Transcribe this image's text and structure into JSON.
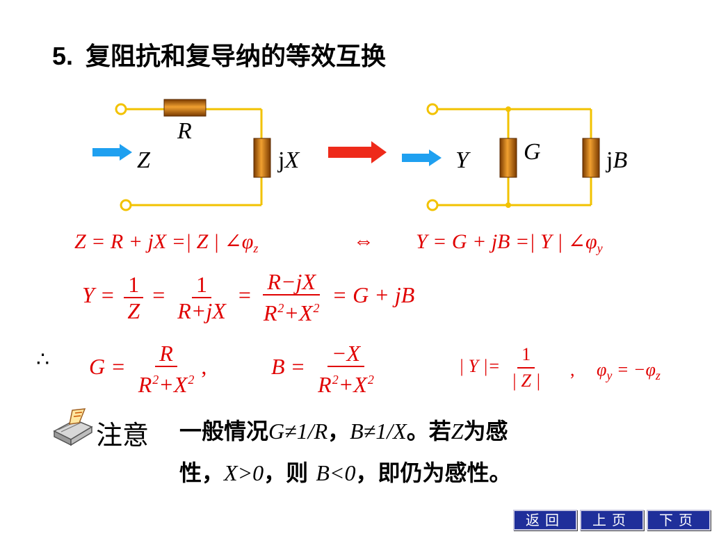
{
  "title": {
    "number": "5.",
    "text": "复阻抗和复导纳的等效互换"
  },
  "circuit_left": {
    "R": "R",
    "Z": "Z",
    "jX_j": "j",
    "jX_var": "X"
  },
  "circuit_right": {
    "Y": "Y",
    "G": "G",
    "jB_j": "j",
    "jB_var": "B"
  },
  "colors": {
    "wire": "#f2c200",
    "arrow_blue": "#1fa0f0",
    "arrow_red": "#ee2a1a",
    "formula": "#e00000",
    "nav_bg": "#1f2f9a"
  },
  "eq1": {
    "left": "Z = R + jX =| Z | ∠φ",
    "left_sub": "z",
    "arrow": "⇔",
    "right": "Y = G + jB =| Y | ∠φ",
    "right_sub": "y"
  },
  "eq2": {
    "lhs": "Y =",
    "f1_n": "1",
    "f1_d": "Z",
    "f2_n": "1",
    "f2_d": "R+jX",
    "f3_n": "R−jX",
    "f3_d_a": "R",
    "f3_d_b": "+X",
    "rhs": "= G + jB"
  },
  "eq3": {
    "therefore": "∴",
    "G_lhs": "G =",
    "G_n": "R",
    "G_d_a": "R",
    "G_d_b": "+X",
    "comma1": ",",
    "B_lhs": "B =",
    "B_n": "−X",
    "B_d_a": "R",
    "B_d_b": "+X",
    "Y_lhs": "| Y |=",
    "Y_n": "1",
    "Y_d": "| Z |",
    "comma2": ",",
    "phi_eq": "φ",
    "phi_sub_y": "y",
    "phi_mid": " = −φ",
    "phi_sub_z": "z"
  },
  "sup2": "2",
  "note": {
    "label": "注意",
    "line1_a": "一般情况",
    "line1_b": "G≠1/R",
    "line1_c": "，",
    "line1_d": "B≠1/X",
    "line1_e": "。若",
    "line1_f": "Z",
    "line1_g": "为感",
    "line2_a": "性，",
    "line2_b": "X>0",
    "line2_c": "，则 ",
    "line2_d": "B<0",
    "line2_e": "，即仍为感性。"
  },
  "nav": {
    "back": "返回",
    "prev": "上页",
    "next": "下页"
  }
}
